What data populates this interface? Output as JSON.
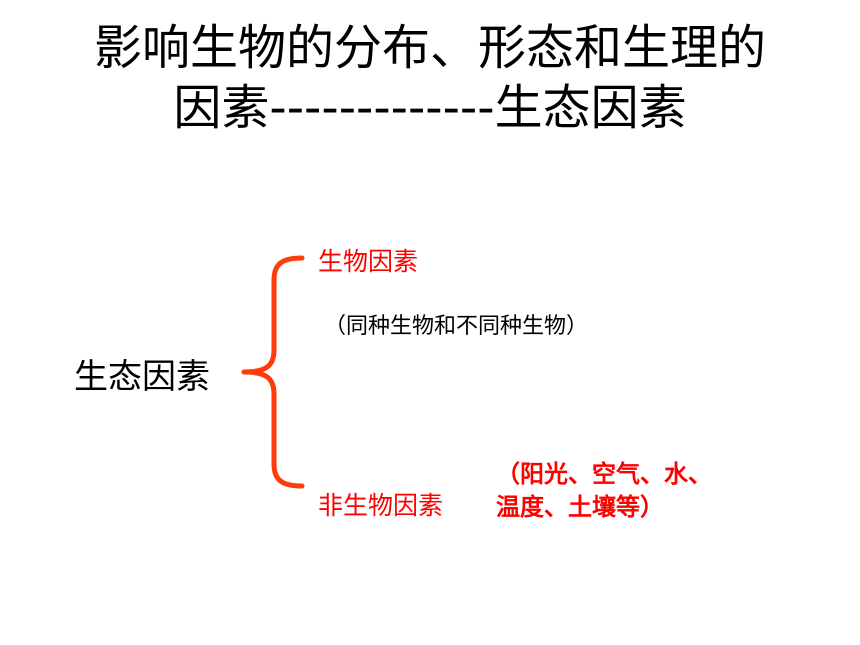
{
  "title": {
    "line1": "影响生物的分布、形态和生理的",
    "line2": "因素-------------生态因素"
  },
  "concept": {
    "main_term": "生态因素",
    "biotic": {
      "label": "生物因素",
      "note": "（同种生物和不同种生物）"
    },
    "abiotic": {
      "label": "非生物因素",
      "note_line1": "（阳光、空气、水、",
      "note_line2": "温度、土壤等）"
    }
  },
  "colors": {
    "accent_red": "#ff0000",
    "brace": "#ff3b0a",
    "text": "#000000"
  }
}
